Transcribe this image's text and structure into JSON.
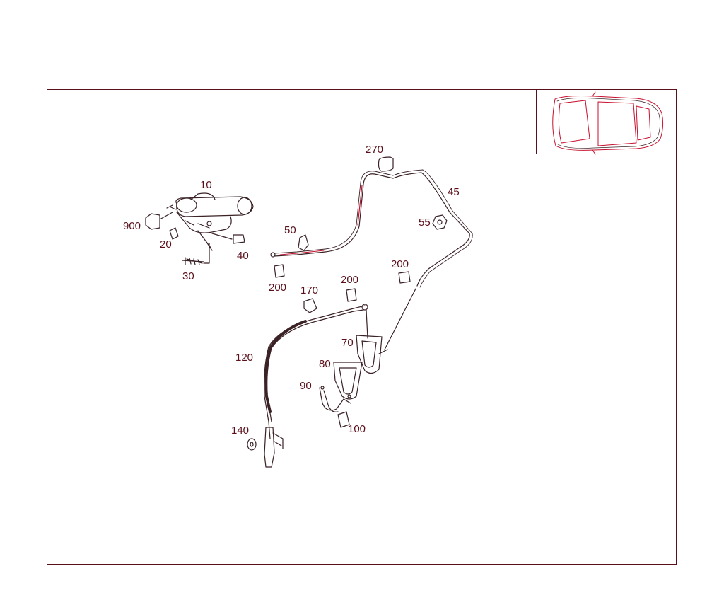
{
  "colors": {
    "frame": "#5a0f1a",
    "callout_text": "#5a0f1a",
    "part_line": "#3a2226",
    "hose_highlight": "#c8102e"
  },
  "callouts": {
    "p10": "10",
    "p900": "900",
    "p20": "20",
    "p30": "30",
    "p40": "40",
    "p50": "50",
    "p200a": "200",
    "p270": "270",
    "p45": "45",
    "p55": "55",
    "p200b": "200",
    "p170": "170",
    "p200c": "200",
    "p70": "70",
    "p120": "120",
    "p80": "80",
    "p90": "90",
    "p100": "100",
    "p140": "140"
  }
}
